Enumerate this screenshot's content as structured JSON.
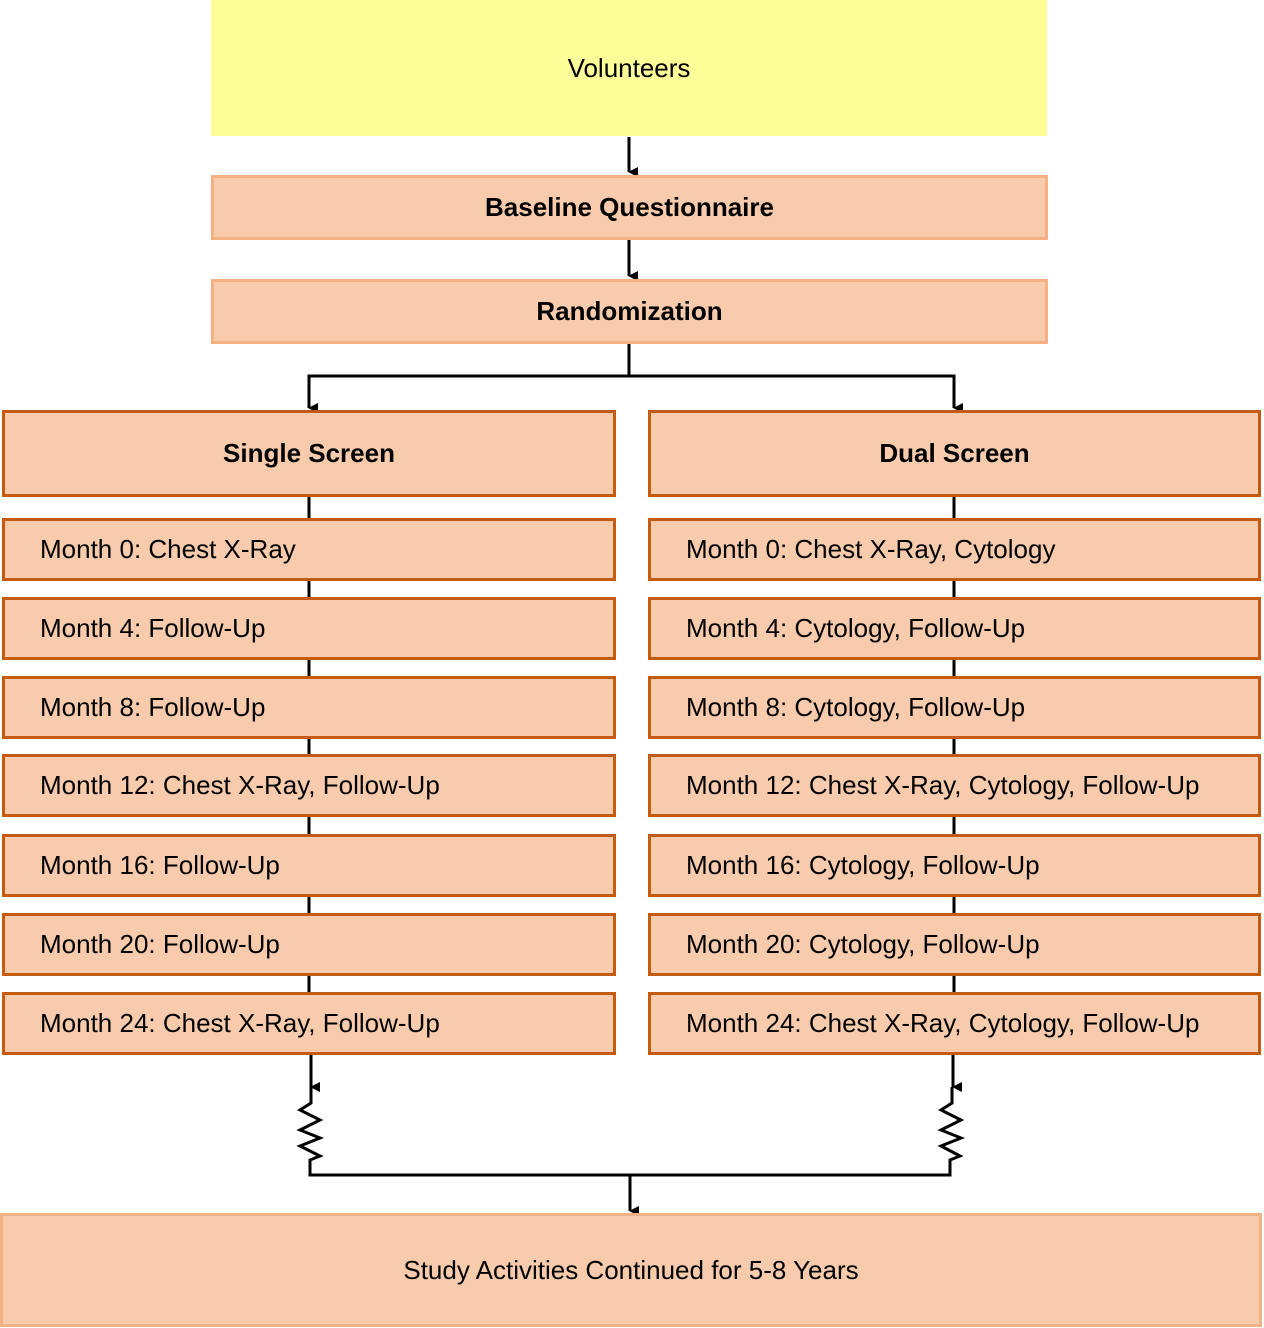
{
  "volunteers": "Volunteers",
  "baseline": "Baseline Questionnaire",
  "randomization": "Randomization",
  "single": {
    "title": "Single Screen",
    "items": [
      "Month 0: Chest X-Ray",
      "Month 4: Follow-Up",
      "Month 8: Follow-Up",
      "Month 12: Chest X-Ray, Follow-Up",
      "Month 16: Follow-Up",
      "Month 20: Follow-Up",
      "Month 24: Chest X-Ray, Follow-Up"
    ]
  },
  "dual": {
    "title": "Dual Screen",
    "items": [
      "Month 0: Chest X-Ray, Cytology",
      "Month 4: Cytology, Follow-Up",
      "Month 8: Cytology, Follow-Up",
      "Month 12: Chest X-Ray, Cytology, Follow-Up",
      "Month 16: Cytology, Follow-Up",
      "Month 20: Cytology, Follow-Up",
      "Month 24: Chest X-Ray, Cytology, Follow-Up"
    ]
  },
  "continued": "Study Activities Continued for 5-8 Years"
}
